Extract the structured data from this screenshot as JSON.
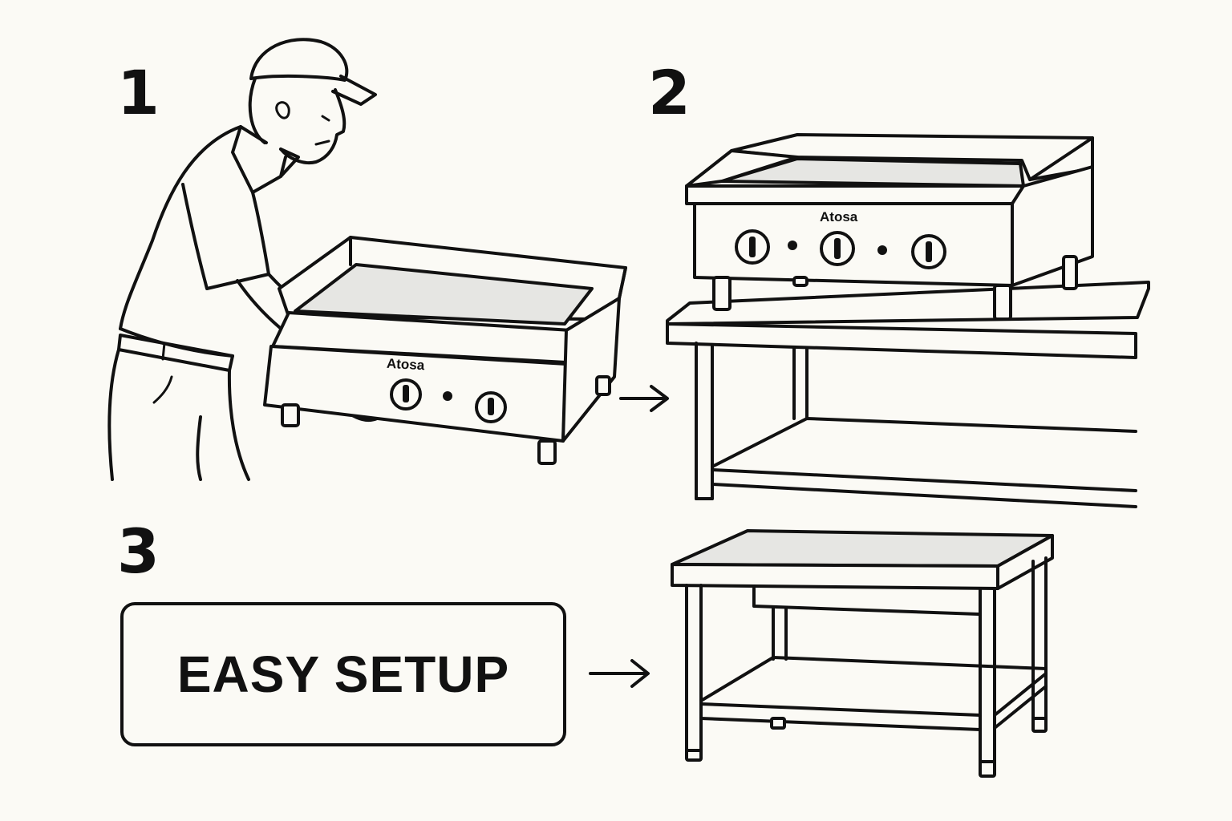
{
  "steps": [
    {
      "number": "1"
    },
    {
      "number": "2"
    },
    {
      "number": "3"
    }
  ],
  "brand_label": "Atosa",
  "setup_box": {
    "label": "EASY SETUP"
  },
  "icons": [
    "arrow-right-icon",
    "griddle-icon",
    "worker-icon",
    "stand-icon"
  ],
  "colors": {
    "ink": "#111111",
    "paper": "#fbfaf5",
    "plate": "#e6e6e3"
  }
}
